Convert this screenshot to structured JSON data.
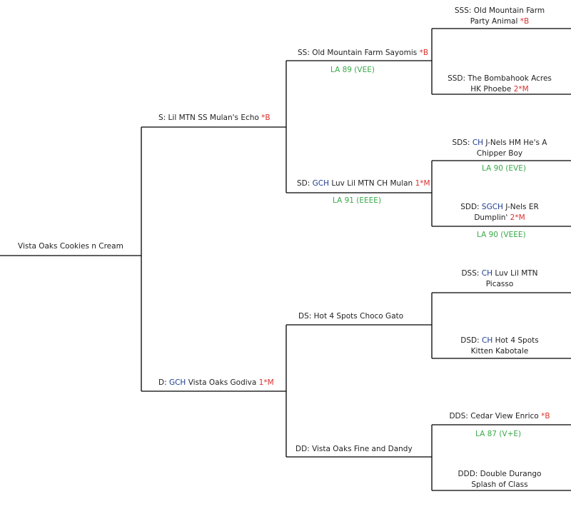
{
  "root": {
    "name": "Vista Oaks Cookies n Cream"
  },
  "sire": {
    "prefix": "S:",
    "title": "",
    "name": "Lil MTN SS Mulan's Echo",
    "mark": "*B",
    "la": ""
  },
  "dam": {
    "prefix": "D:",
    "title": "GCH",
    "name": "Vista Oaks Godiva",
    "mark": "1*M",
    "la": ""
  },
  "ss": {
    "prefix": "SS:",
    "title": "",
    "name": "Old Mountain Farm Sayomis",
    "mark": "*B",
    "la": "LA 89 (VEE)"
  },
  "sd": {
    "prefix": "SD:",
    "title": "GCH",
    "name": "Luv Lil MTN CH Mulan",
    "mark": "1*M",
    "la": "LA 91 (EEEE)"
  },
  "ds": {
    "prefix": "DS:",
    "title": "",
    "name": "Hot 4 Spots Choco Gato",
    "mark": "",
    "la": ""
  },
  "dd": {
    "prefix": "DD:",
    "title": "",
    "name": "Vista Oaks Fine and Dandy",
    "mark": "",
    "la": ""
  },
  "sss": {
    "prefix": "SSS:",
    "title": "",
    "line1": "Old Mountain Farm",
    "line2": "Party Animal",
    "mark": "*B",
    "la": ""
  },
  "ssd": {
    "prefix": "SSD:",
    "title": "",
    "line1": "The Bombahook Acres",
    "line2": "HK Phoebe",
    "mark": "2*M",
    "la": ""
  },
  "sds": {
    "prefix": "SDS:",
    "title": "CH",
    "line1": "J-Nels HM He's A",
    "line2": "Chipper Boy",
    "mark": "",
    "la": "LA 90 (EVE)"
  },
  "sdd": {
    "prefix": "SDD:",
    "title": "SGCH",
    "line1": "J-Nels ER",
    "line2": "Dumplin'",
    "mark": "2*M",
    "la": "LA 90 (VEEE)"
  },
  "dss": {
    "prefix": "DSS:",
    "title": "CH",
    "line1": "Luv Lil MTN",
    "line2": "Picasso",
    "mark": "",
    "la": ""
  },
  "dsd": {
    "prefix": "DSD:",
    "title": "CH",
    "line1": "Hot 4 Spots",
    "line2": "Kitten Kabotale",
    "mark": "",
    "la": ""
  },
  "dds": {
    "prefix": "DDS:",
    "title": "",
    "line1": "Cedar View Enrico",
    "line2": "",
    "mark": "*B",
    "la": "LA 87 (V+E)"
  },
  "ddd": {
    "prefix": "DDD:",
    "title": "",
    "line1": "Double Durango",
    "line2": "Splash of Class",
    "mark": "",
    "la": ""
  },
  "colors": {
    "title": "#1e3d91",
    "mark": "#d9312b",
    "la": "#3aa84a",
    "line": "#000000"
  }
}
